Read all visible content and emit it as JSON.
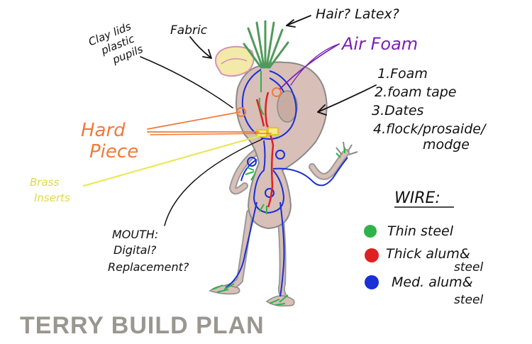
{
  "title": "TERRY BUILD PLAN",
  "labels": {
    "hair": "Hair? Latex?",
    "fabric": "Fabric",
    "clay_line1": "Clay lids",
    "clay_line2": "plastic",
    "clay_line3": "pupils",
    "air_foam": "Air Foam",
    "hard_line1": "Hard",
    "hard_line2": "Piece",
    "brass_line1": "Brass",
    "brass_line2": "Inserts",
    "mouth_line1": "MOUTH:",
    "mouth_line2": "Digital?",
    "mouth_line3": "Replacement?"
  },
  "foam_steps": [
    "1.Foam",
    "2.foam tape",
    "3.Dates",
    "4.flock/prosaide/",
    "modge"
  ],
  "legend": {
    "title": "WIRE:",
    "items": [
      {
        "label_line1": "Thin steel",
        "label_line2": "",
        "color": "#2fb24a"
      },
      {
        "label_line1": "Thick alum&",
        "label_line2": "steel",
        "color": "#e02020"
      },
      {
        "label_line1": "Med. alum&",
        "label_line2": "steel",
        "color": "#1a2fd6"
      }
    ]
  },
  "colors": {
    "ink": "#111111",
    "purple": "#7a1fb5",
    "orange": "#f07a3a",
    "yellow": "#e8e84a",
    "body": "#d8bfb8",
    "body_stroke": "#8a8a8a",
    "hair": "#4f9a5a",
    "hat": "#f3e9a8",
    "title_gray": "#9a9690"
  }
}
